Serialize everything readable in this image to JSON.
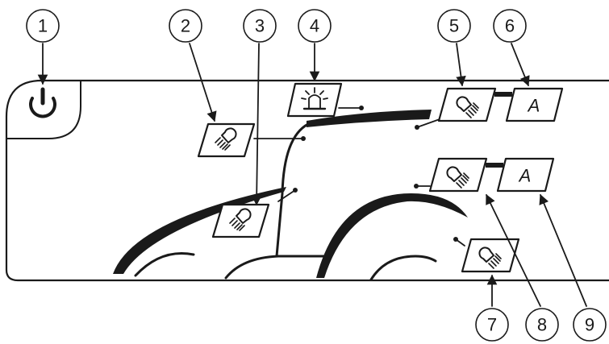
{
  "diagram": {
    "callouts": [
      "1",
      "2",
      "3",
      "4",
      "5",
      "6",
      "7",
      "8",
      "9"
    ],
    "auto_label": "A",
    "icons": {
      "power": "power-icon",
      "beacon": "rotating-beacon-icon",
      "light": "work-light-icon"
    },
    "colors": {
      "line": "#1a1a1a",
      "background": "#ffffff"
    }
  }
}
